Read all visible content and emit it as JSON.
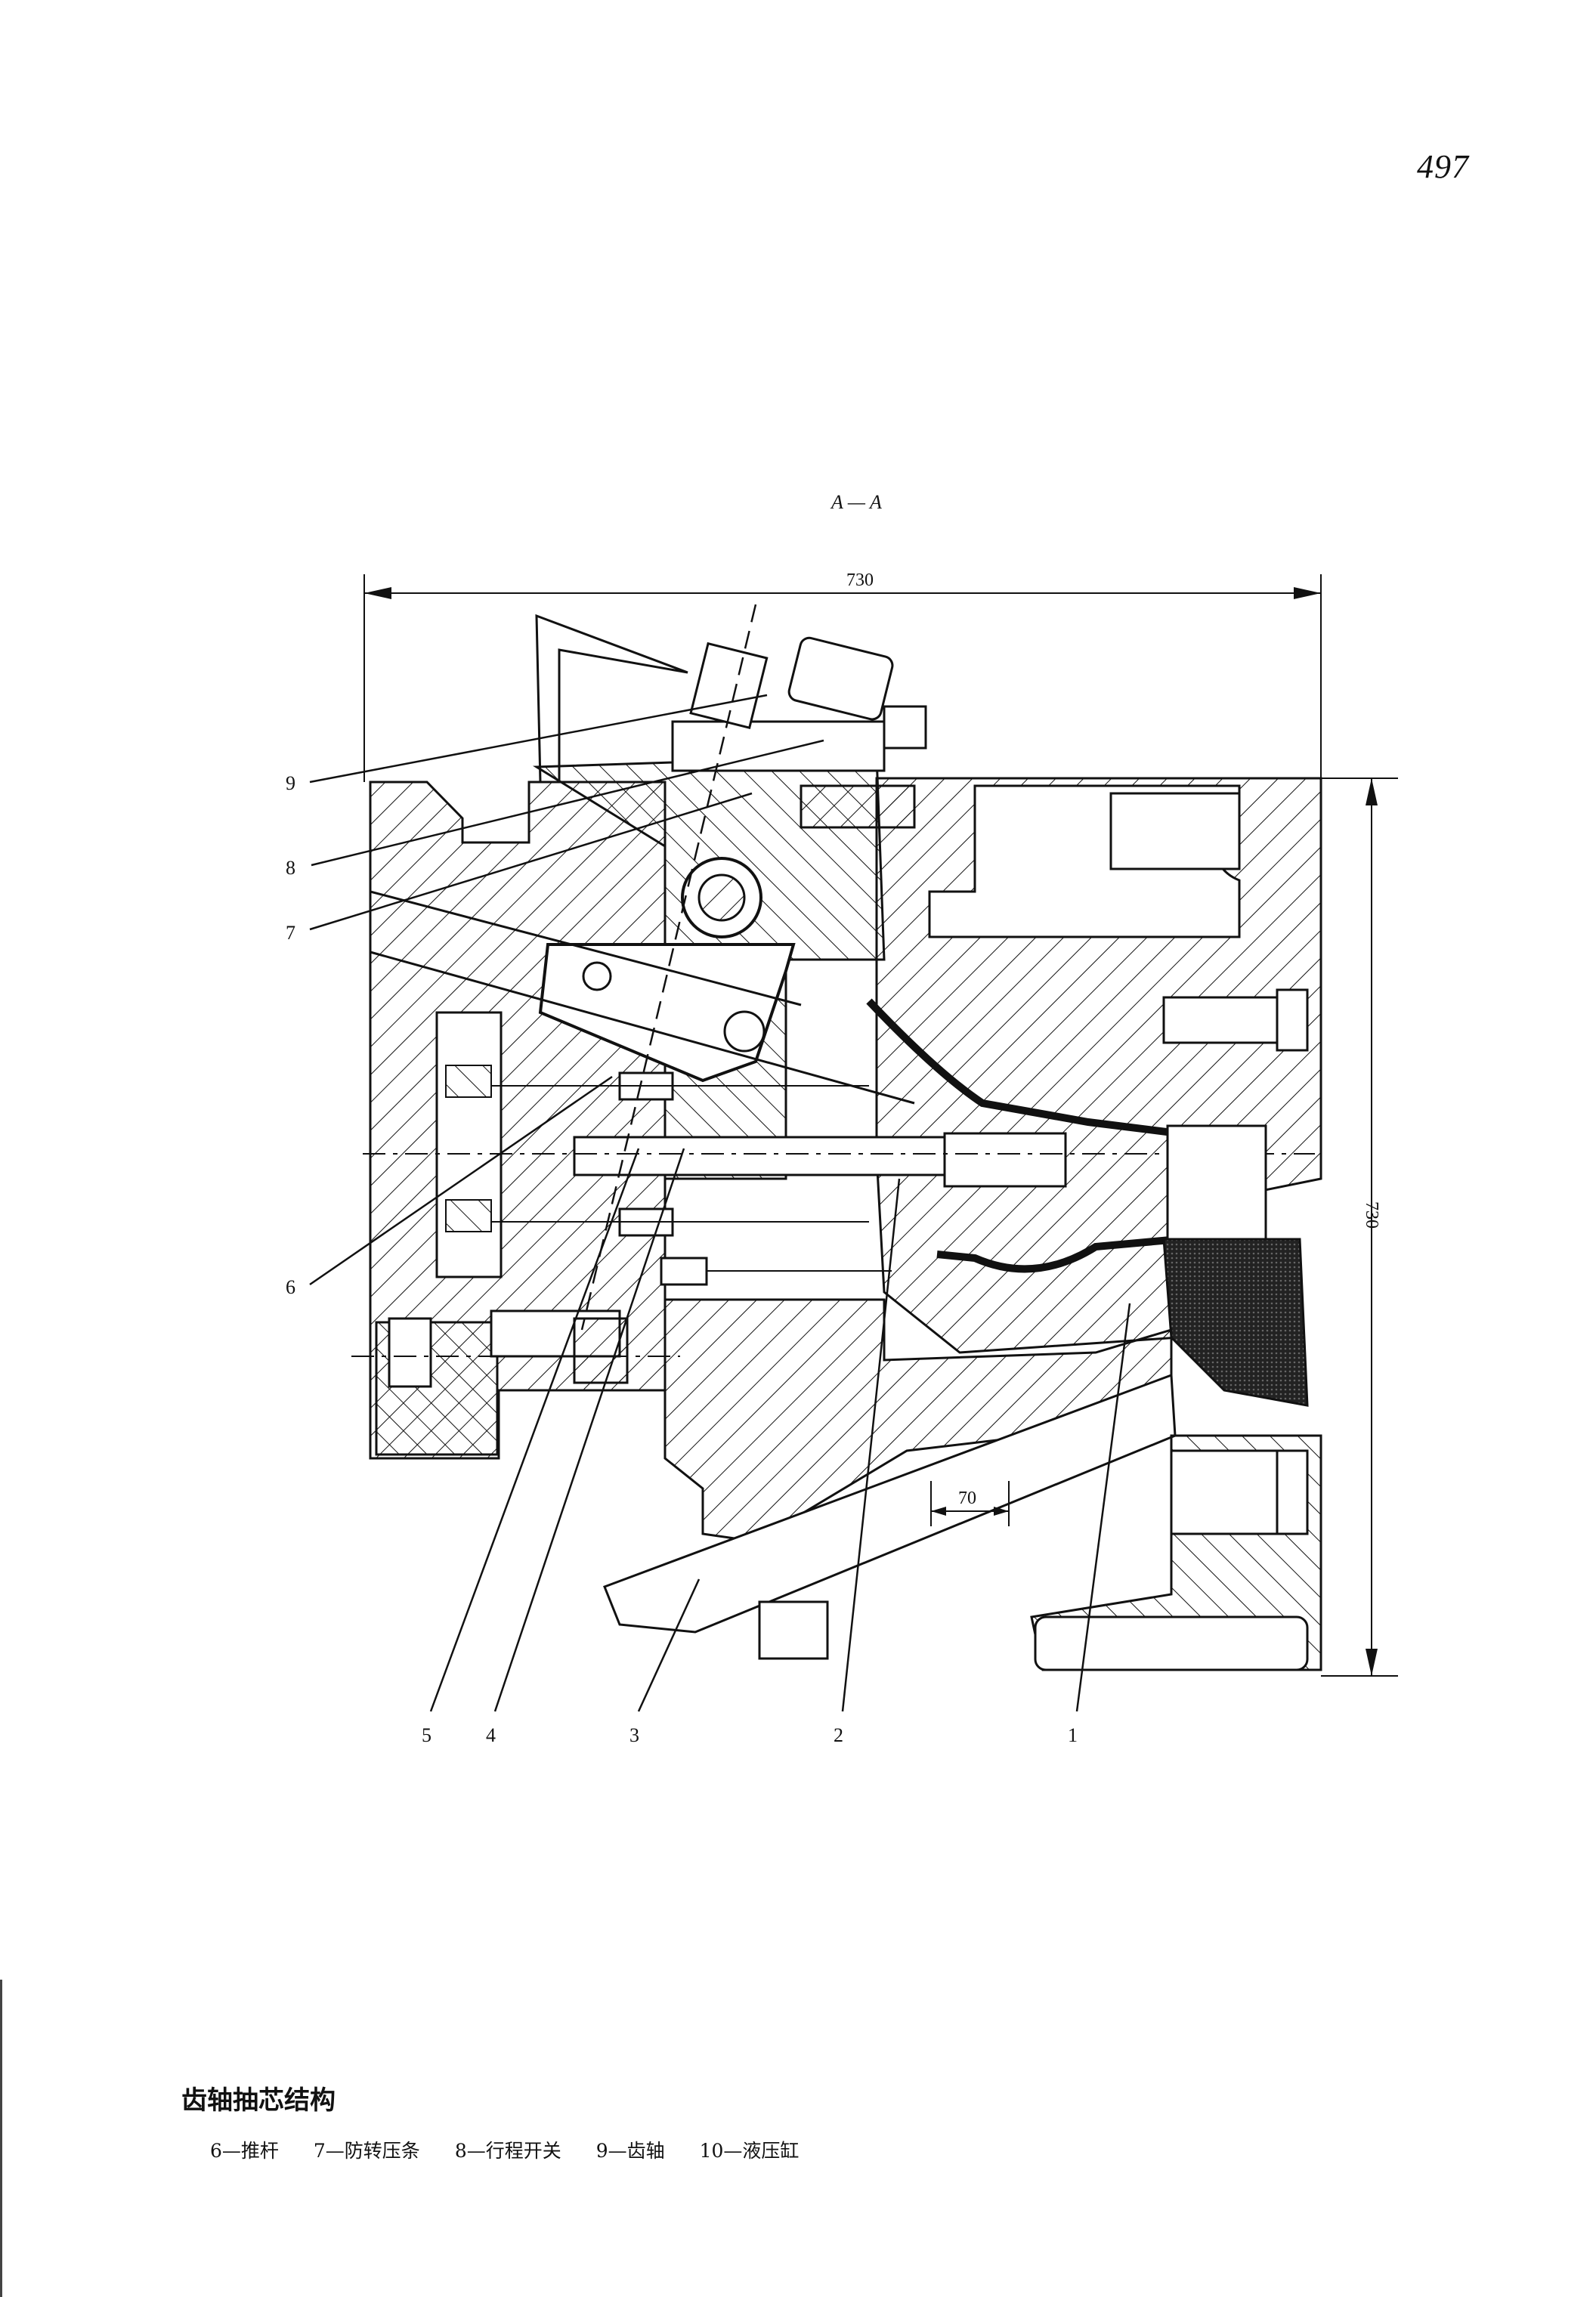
{
  "page": {
    "number": "497"
  },
  "drawing": {
    "section_label": "A — A",
    "dimensions": {
      "width": "730",
      "height": "730",
      "slot": "70"
    },
    "part_numbers": [
      "1",
      "2",
      "3",
      "4",
      "5",
      "6",
      "7",
      "8",
      "9"
    ]
  },
  "caption": {
    "title": "齿轴抽芯结构",
    "legend": [
      {
        "num": "6",
        "text": "6—推杆"
      },
      {
        "num": "7",
        "text": "7—防转压条"
      },
      {
        "num": "8",
        "text": "8—行程开关"
      },
      {
        "num": "9",
        "text": "9—齿轴"
      },
      {
        "num": "10",
        "text": "10—液压缸"
      }
    ]
  },
  "colors": {
    "ink": "#111111",
    "paper": "#ffffff"
  }
}
